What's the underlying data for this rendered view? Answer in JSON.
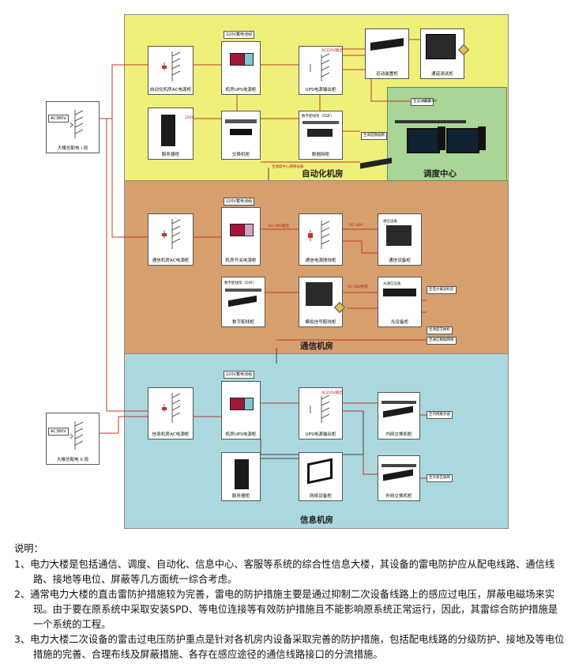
{
  "zones": {
    "automation": "自动化机房",
    "dispatch": "调度中心",
    "communication": "通信机房",
    "information": "信息机房"
  },
  "building": {
    "main_panel_1": {
      "tag": "AC380V",
      "label": "大楼总配电 I 段"
    },
    "main_panel_2": {
      "tag": "AC380V",
      "label": "大楼总配电 II 段"
    }
  },
  "automation_room": {
    "battery_tag": "220V蓄电池组",
    "power_cabinet": "自动化机房AC电源柜",
    "ups_cabinet": "机房UPS电源柜",
    "ups_out": "UPS电源输出柜",
    "ups_out_tag": "AC220V输出",
    "telemotion": "远动装置柜",
    "channel_test": "通道测试柜",
    "server": "服务器柜",
    "switch": "交换机柜",
    "data_net": "数据网柜",
    "data_net_tag": "数字配线架（DDF）",
    "server_tag": "220V",
    "line_labels": [
      "至调度数据网",
      "至远动通道",
      "至调度中心网络设备"
    ]
  },
  "dispatch_center": {
    "top_tag": "AC220V"
  },
  "communication_room": {
    "battery_tag": "220V蓄电池组",
    "power_cabinet": "通信机房AC电源柜",
    "switch_power": "机房开关电源柜",
    "comm_power": "通信电源馈线柜",
    "comm_equipment": "通信设备柜",
    "comm_equipment_tag": "通信设备",
    "ddf": "数字配线柜",
    "ddf_tag": "数字配线架（DDF）",
    "signal": "模拟信号配线柜",
    "optical": "光设备柜",
    "optical_tag": "光通信设备",
    "line_labels": [
      "DC-48V输出",
      "DC-48V",
      "DC-48V配电",
      "至电力载波机房",
      "至调度交换机",
      "至通信数据网络"
    ]
  },
  "information_room": {
    "battery_tag": "220V蓄电池组",
    "power_cabinet": "信息机房AC电源柜",
    "ups_cabinet": "机房UPS电源柜",
    "ups_out": "UPS电源输出柜",
    "ups_out_tag": "AC220V输出",
    "inner_switch": "内网交换机柜",
    "server": "服务器柜",
    "network": "网络设备柜",
    "outer_switch": "外网交换机柜",
    "line_labels": [
      "至内网服务器",
      "至外部互联网"
    ]
  },
  "notes": {
    "title": "说明：",
    "items": [
      "1、电力大楼是包括通信、调度、自动化、信息中心、客服等系统的综合性信息大楼，其设备的雷电防护应从配电线路、通信线路、接地等电位、屏蔽等几方面统一综合考虑。",
      "2、通常电力大楼的直击雷防护措施较为完善，雷电的防护措施主要是通过抑制二次设备线路上的感应过电压，屏蔽电磁场来实现。由于要在原系统中采取安装SPD、等电位连接等有效防护措施且不能影响原系统正常运行，因此，其雷综合防护措施是一个系统的工程。",
      "3、电力大楼二次设备的雷击过电压防护重点是针对各机房内设备采取完善的防护措施，包括配电线路的分级防护、接地及等电位措施的完善、合理布线及屏蔽措施、各存在感应途径的通信线路接口的分流措施。"
    ]
  },
  "colors": {
    "automation": "#eef07a",
    "dispatch": "#a9d596",
    "communication": "#d79f6e",
    "information": "#aad8de",
    "wire": "#c0392b"
  }
}
